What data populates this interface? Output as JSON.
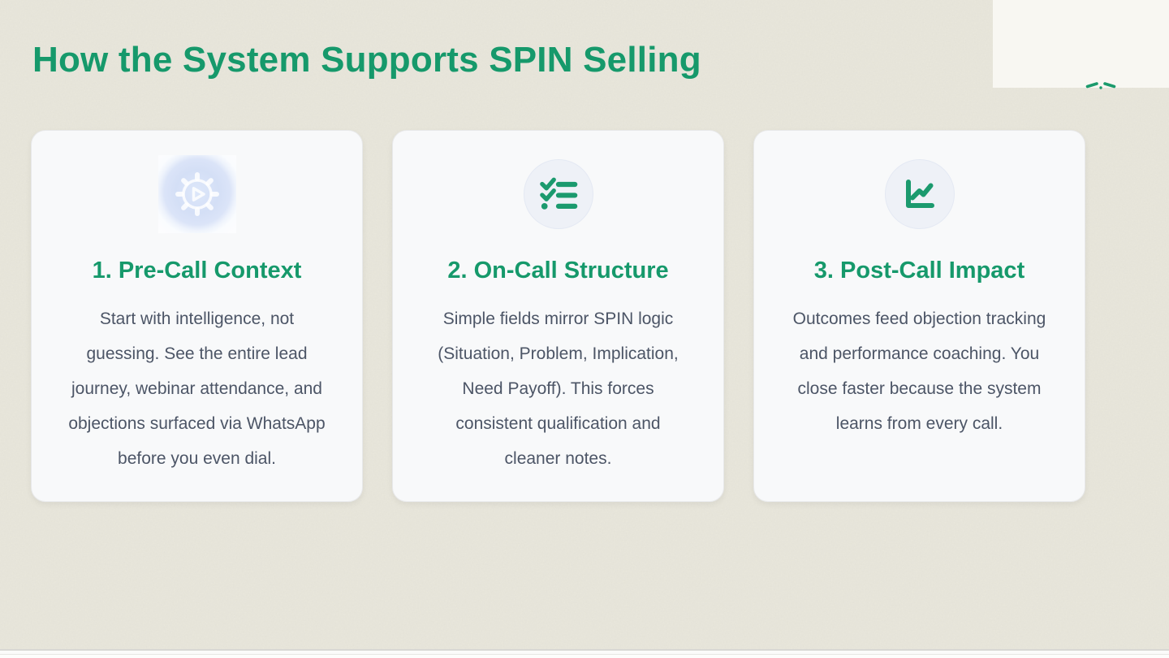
{
  "page": {
    "title": "How the System Supports SPIN Selling"
  },
  "colors": {
    "accent_green": "#16996b",
    "icon_green": "#1b9a6e",
    "body_text": "#4c5566",
    "page_background": "#e9e7dc",
    "card_background": "#f8f9fa",
    "icon_circle_background": "#eef1f7",
    "icon_image_blue": "#d4dff6",
    "overlay_background": "#f8f7f2"
  },
  "decor": {
    "top_right_partial_icon": "code-icon-clipped"
  },
  "cards": [
    {
      "icon": "gear-play-icon",
      "title": "1. Pre-Call Context",
      "body_lines": [
        "Start with intelligence, not",
        "guessing. See the entire lead",
        "journey, webinar attendance, and",
        "objections surfaced via WhatsApp",
        "before you even dial."
      ]
    },
    {
      "icon": "checklist-icon",
      "title": "2. On-Call Structure",
      "body_lines": [
        "Simple fields mirror SPIN logic",
        "(Situation, Problem, Implication,",
        "Need Payoff). This forces",
        "consistent qualification and",
        "cleaner notes."
      ]
    },
    {
      "icon": "chart-line-icon",
      "title": "3. Post-Call Impact",
      "body_lines": [
        "Outcomes feed objection tracking",
        "and performance coaching. You",
        "close faster because the system",
        "learns from every call."
      ]
    }
  ]
}
